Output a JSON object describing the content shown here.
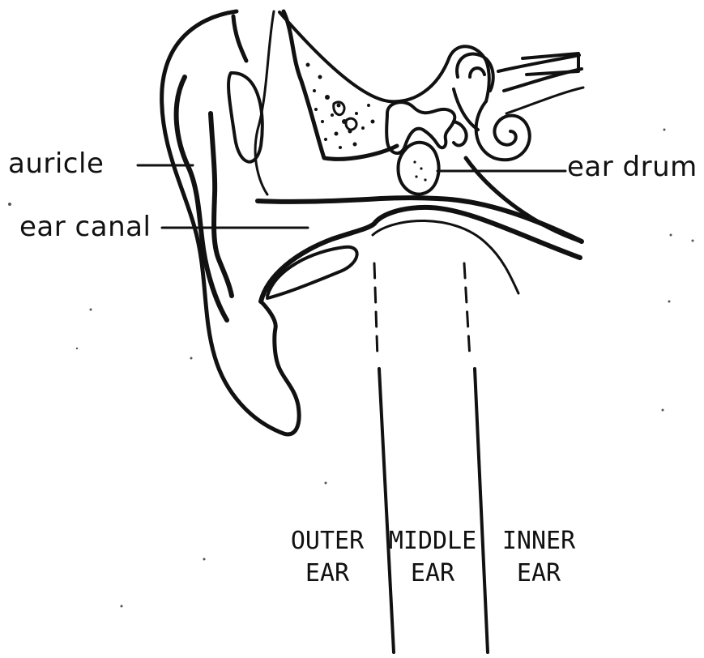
{
  "labels": {
    "auricle": "auricle",
    "ear_canal": "ear canal",
    "ear_drum": "ear drum"
  },
  "regions": {
    "outer": {
      "line1": "OUTER",
      "line2": "EAR"
    },
    "middle": {
      "line1": "MIDDLE",
      "line2": "EAR"
    },
    "inner": {
      "line1": "INNER",
      "line2": "EAR"
    }
  },
  "colors": {
    "ink": "#111111",
    "background": "#ffffff"
  }
}
